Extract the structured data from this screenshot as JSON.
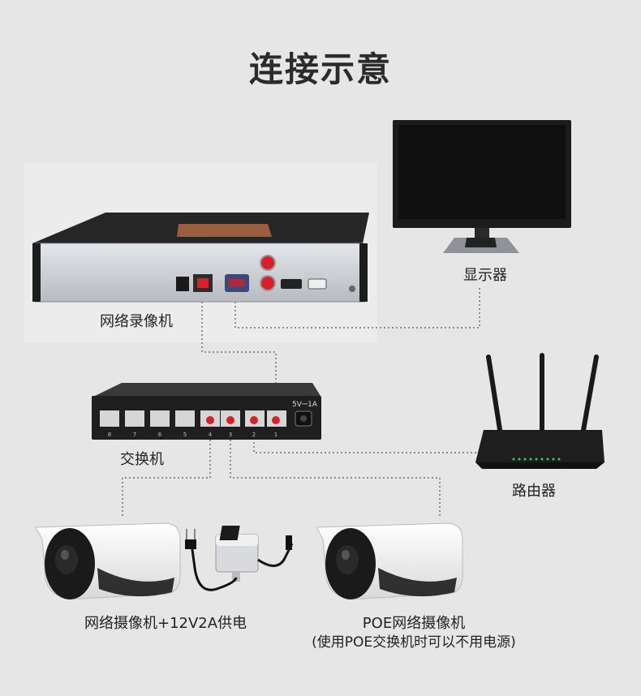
{
  "title": "连接示意",
  "devices": {
    "monitor": {
      "label": "显示器"
    },
    "nvr": {
      "label": "网络录像机"
    },
    "switch": {
      "label": "交换机",
      "power_label": "5V⎓1A",
      "port_numbers": [
        "8",
        "7",
        "6",
        "5",
        "4",
        "3",
        "2",
        "1"
      ]
    },
    "router": {
      "label": "路由器"
    },
    "camera_left": {
      "label": "网络摄像机+12V2A供电"
    },
    "camera_right": {
      "label": "POE网络摄像机",
      "note": "(使用POE交换机时可以不用电源)"
    }
  },
  "colors": {
    "background": "#e6e6e6",
    "device_dark": "#2a2a2a",
    "panel_silver": "#c9ccd1",
    "port_red": "#d8202a",
    "wire": "#555555"
  }
}
